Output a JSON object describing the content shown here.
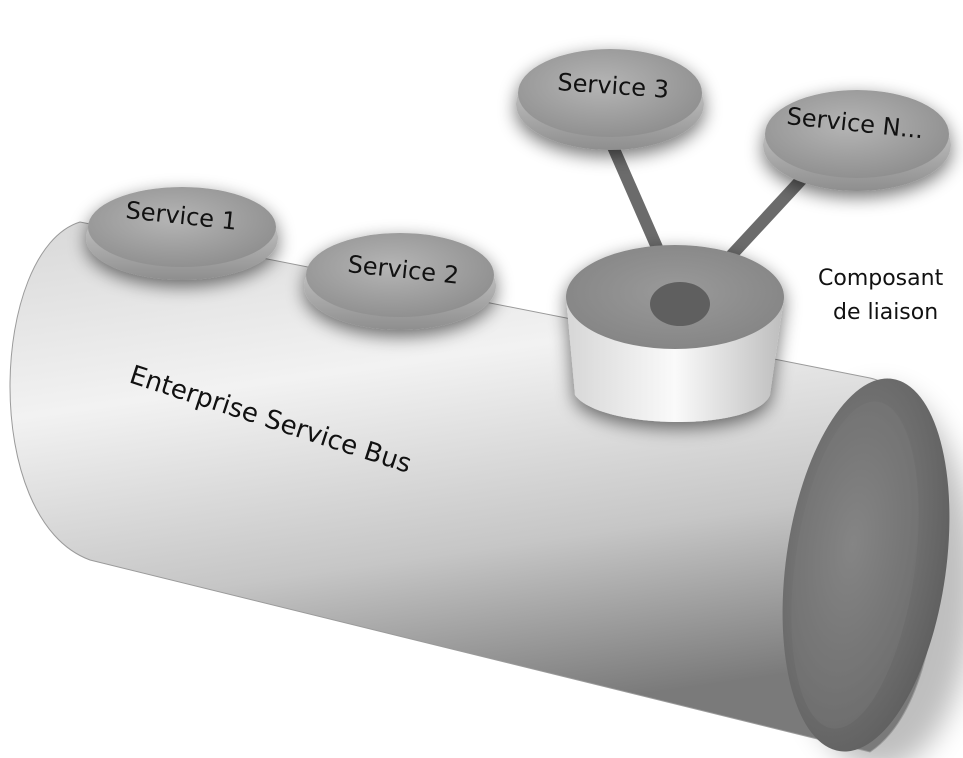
{
  "diagram": {
    "bus_label": "Enterprise Service Bus",
    "services": [
      {
        "label": "Service 1"
      },
      {
        "label": "Service 2"
      },
      {
        "label": "Service 3"
      },
      {
        "label": "Service N..."
      }
    ],
    "connector_label_line1": "Composant",
    "connector_label_line2": "de liaison"
  },
  "colors": {
    "bus_light": "#e6e6e6",
    "bus_dark": "#6e6e6e",
    "service_disc": "#9a9a9a",
    "connector_top": "#8c8c8c",
    "stem": "#6b6b6b"
  }
}
